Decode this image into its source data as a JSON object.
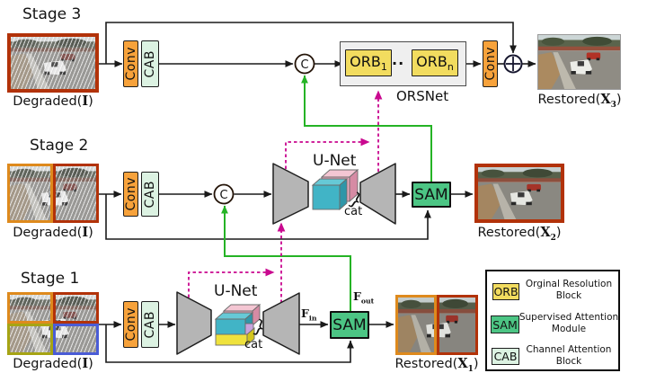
{
  "colors": {
    "conv_fill": "#F7A23B",
    "cab_fill": "#DCF2E2",
    "orb_fill": "#F2DC5F",
    "sam_fill": "#4CC584",
    "orsnet_fill": "#EFEFEF",
    "skip_green": "#25B325",
    "csff_magenta": "#C9088F",
    "border_dark_red": "#B23209",
    "border_orange": "#DE8A1D",
    "border_olive": "#A6A414",
    "border_blue": "#4A5CD6"
  },
  "stage3": {
    "title": "Stage 3",
    "degraded_label": {
      "pre": "Degraded(",
      "var": "I",
      "post": ")"
    },
    "conv": "Conv",
    "cab": "CAB",
    "concat": "C",
    "orsnet": {
      "orb1": {
        "text": "ORB",
        "sub": "1"
      },
      "dots": "··",
      "orbn": {
        "text": "ORB",
        "sub": "n"
      },
      "label": "ORSNet"
    },
    "conv_out": "Conv",
    "restored_label": {
      "pre": "Restored(",
      "var": "X",
      "sub": "3",
      "post": ")"
    }
  },
  "stage2": {
    "title": "Stage 2",
    "degraded_label": {
      "pre": "Degraded(",
      "var": "I",
      "post": ")"
    },
    "conv": "Conv",
    "cab": "CAB",
    "concat": "C",
    "unet_label": "U-Net",
    "cat_label": "cat",
    "sam": "SAM",
    "restored_label": {
      "pre": "Restored(",
      "var": "X",
      "sub": "2",
      "post": ")"
    }
  },
  "stage1": {
    "title": "Stage 1",
    "degraded_label": {
      "pre": "Degraded(",
      "var": "I",
      "post": ")"
    },
    "conv": "Conv",
    "cab": "CAB",
    "unet_label": "U-Net",
    "cat_label": "cat",
    "f_in": {
      "var": "F",
      "sub": "in"
    },
    "f_out": {
      "var": "F",
      "sub": "out"
    },
    "sam": "SAM",
    "restored_label": {
      "pre": "Restored(",
      "var": "X",
      "sub": "1",
      "post": ")"
    }
  },
  "legend": {
    "items": [
      {
        "chip": "ORB",
        "desc_line1": "Orginal Resolution",
        "desc_line2": "Block"
      },
      {
        "chip": "SAM",
        "desc_line1": "Supervised Attention",
        "desc_line2": "Module"
      },
      {
        "chip": "CAB",
        "desc_line1": "Channel Attention",
        "desc_line2": "Block"
      }
    ]
  }
}
